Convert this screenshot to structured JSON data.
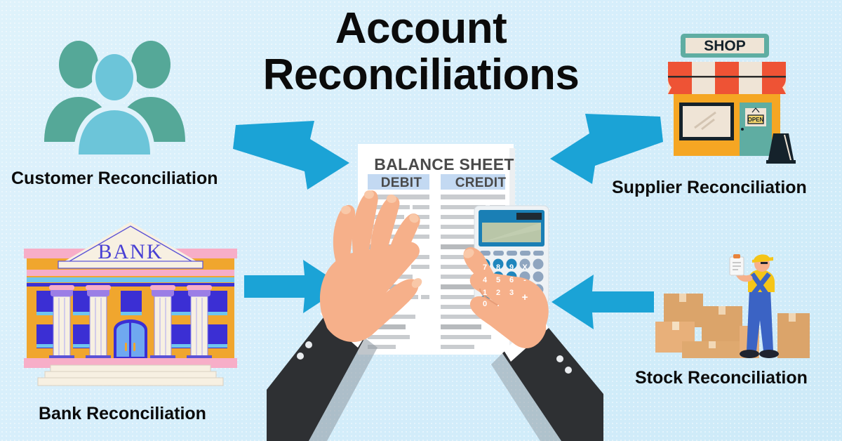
{
  "title": {
    "line1": "Account",
    "line2": "Reconciliations"
  },
  "labels": {
    "customer": "Customer Reconciliation",
    "supplier": "Supplier Reconciliation",
    "bank": "Bank Reconciliation",
    "stock": "Stock Reconciliation"
  },
  "document": {
    "title": "BALANCE SHEET",
    "col_debit": "DEBIT",
    "col_credit": "CREDIT"
  },
  "bank_building": {
    "sign": "BANK"
  },
  "shop": {
    "sign": "SHOP",
    "door_sign": "OPEN"
  },
  "calculator": {
    "keys_row1": [
      "7",
      "8",
      "9",
      "X"
    ],
    "keys_row2": [
      "4",
      "5",
      "6",
      "-"
    ],
    "keys_row3": [
      "1",
      "2",
      "3"
    ],
    "keys_row4": [
      "0",
      "."
    ],
    "key_plus": "+"
  },
  "colors": {
    "background": "#d9f0fa",
    "arrow": "#1ba3d6",
    "title_text": "#0b0b0b",
    "bank_wall": "#f0a62e",
    "bank_trim": "#f7aec8",
    "bank_window": "#3b2fd4",
    "shop_facade": "#f5a623",
    "shop_awning_red": "#ee5335",
    "shop_sign_border": "#5fada2",
    "people_front": "#6cc5d9",
    "people_back": "#55a898",
    "skin": "#f6b08a",
    "suit": "#2e3033",
    "box": "#dba46a",
    "worker_overalls": "#3b63c4",
    "worker_shirt": "#f5c518",
    "calc_body": "#eef2f5",
    "calc_header": "#1a7fb5",
    "calc_display": "#b9c6a8",
    "calc_key": "#8fa5bf",
    "calc_key_num": "#1f86bd",
    "sheet_header_band": "#c3d9f2"
  }
}
